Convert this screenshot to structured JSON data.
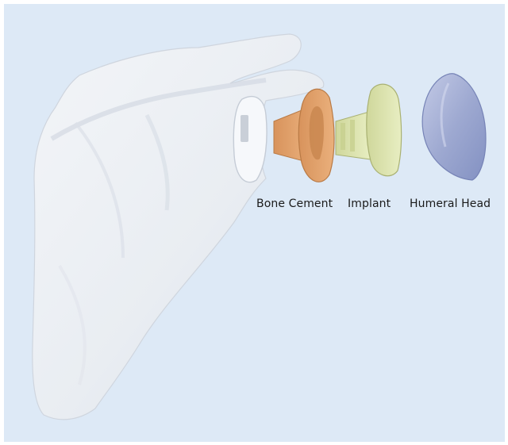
{
  "labels": {
    "bone_cement": "Bone Cement",
    "implant": "Implant",
    "humeral_head": "Humeral Head"
  },
  "colors": {
    "background": "#dde9f6",
    "scapula": "#eef1f5",
    "bone_cement": "#e2a06a",
    "implant": "#dfe6b0",
    "humeral_head": "#9aa8cf"
  }
}
